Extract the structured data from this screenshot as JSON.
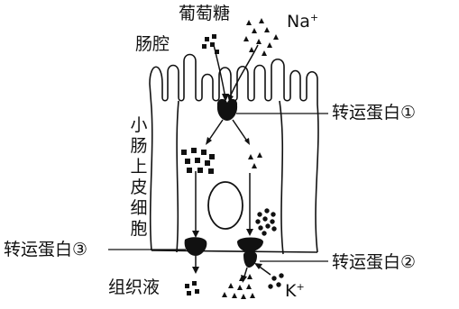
{
  "labels": {
    "glucose": "葡萄糖",
    "sodium": "Na",
    "sodium_charge": "+",
    "lumen": "肠腔",
    "cell": "小肠上皮细胞",
    "protein1": "转运蛋白①",
    "protein2": "转运蛋白②",
    "protein3": "转运蛋白③",
    "tissue_fluid": "组织液",
    "potassium": "K",
    "potassium_charge": "+"
  },
  "colors": {
    "ink": "#111111",
    "background": "#ffffff"
  }
}
